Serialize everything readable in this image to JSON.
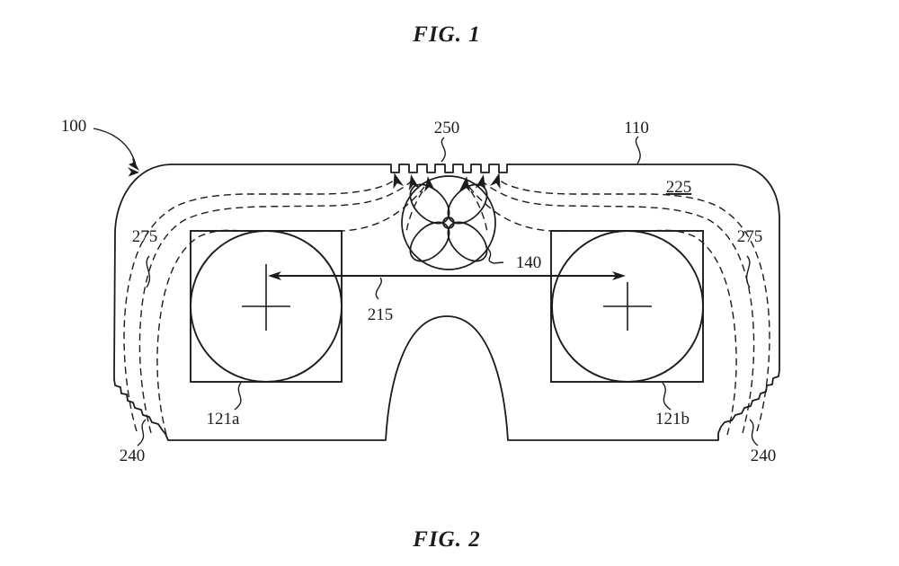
{
  "figure_top": {
    "title": "FIG. 1"
  },
  "figure_bottom": {
    "title": "FIG. 2"
  },
  "diagram": {
    "labels": {
      "device": "100",
      "top_vent": "250",
      "housing_top": "110",
      "inner_boundary": "225",
      "flow_left": "275",
      "flow_right": "275",
      "fan": "140",
      "ipd_dimension": "215",
      "lens_left": "121a",
      "lens_right": "121b",
      "bottom_vent_left": "240",
      "bottom_vent_right": "240"
    },
    "colors": {
      "line": "#1c1c1c",
      "background": "#ffffff"
    }
  }
}
